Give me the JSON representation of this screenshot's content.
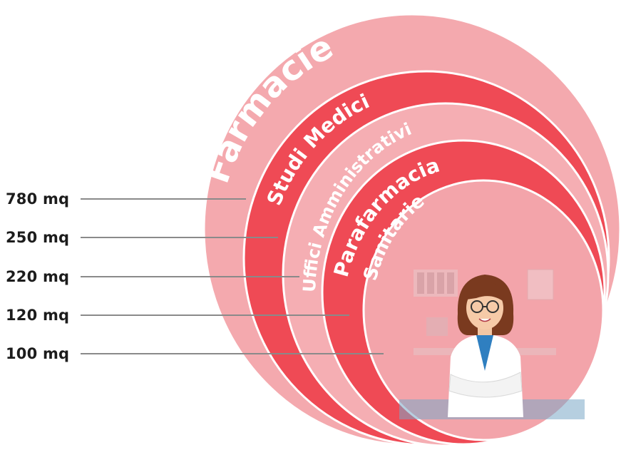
{
  "rings": [
    {
      "name": "Farmacie",
      "area": "780 mq",
      "fill": "#f4a9ae"
    },
    {
      "name": "Studi Medici",
      "area": "250 mq",
      "fill": "#ef4a55"
    },
    {
      "name": "Uffici Amministrativi",
      "area": "220 mq",
      "fill": "#f5aeb3"
    },
    {
      "name": "Parafarmacia",
      "area": "120 mq",
      "fill": "#ef4a55"
    },
    {
      "name": "Sanitarie",
      "area": "100 mq",
      "fill": "#f3a4aa"
    }
  ],
  "colors": {
    "leader_line": "#8a8a8a",
    "ring_border": "#ffffff",
    "label_text": "#1c1c1c",
    "pharmacist_coat": "#ffffff",
    "pharmacist_hair": "#7a3a1f",
    "pharmacist_shirt": "#2f7fc0"
  },
  "icons": [
    "pharmacist-figure-icon",
    "office-background-icon"
  ]
}
